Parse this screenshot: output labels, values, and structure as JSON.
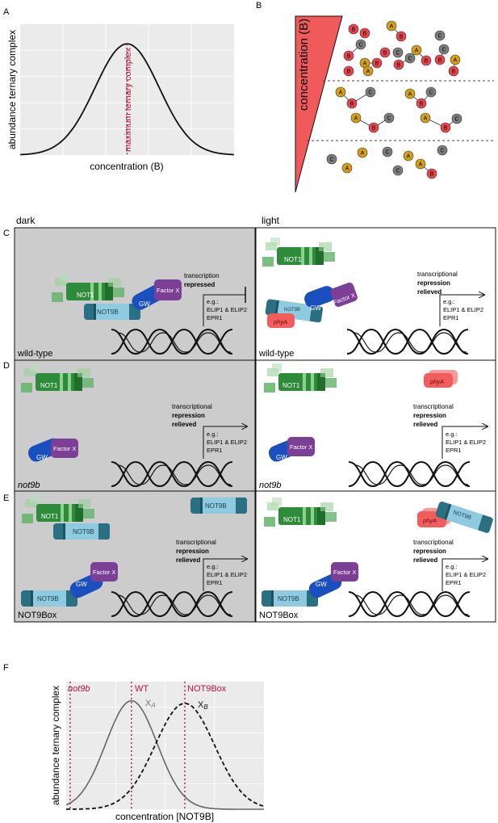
{
  "colors": {
    "accent_red": "#b5173a",
    "wedge_red": "#f05a5a",
    "ball_a": "#d4a017",
    "ball_b": "#e8454e",
    "ball_c": "#7d7d7d",
    "dark_panel": "#cccccc",
    "not1_green": "#2e8b3a",
    "not9b_teal": "#2a6f82",
    "gw_blue": "#1a4fc0",
    "factorx_purple": "#7b3f96",
    "phya_red": "#f25c5c"
  },
  "panelA": {
    "letter": "A",
    "ylabel": "abundance ternary complex",
    "xlabel": "concentration (B)",
    "annotation": "maximum ternary complex"
  },
  "panelB": {
    "letter": "B",
    "wedge_label": "concentration (B)",
    "ball_labels": {
      "a": "A",
      "b": "B",
      "c": "C"
    }
  },
  "headers": {
    "dark": "dark",
    "light": "light"
  },
  "rows": {
    "C": {
      "letter": "C",
      "dark_label": "wild-type",
      "light_label": "wild-type"
    },
    "D": {
      "letter": "D",
      "dark_label": "not9b",
      "light_label": "not9b"
    },
    "E": {
      "letter": "E",
      "dark_label": "NOT9Box",
      "light_label": "NOT9Box"
    }
  },
  "proteins": {
    "not1": "NOT1",
    "not9b": "NOT9B",
    "gw": "GW",
    "factorx": "Factor X",
    "phya": "phyA"
  },
  "transcription": {
    "repressed_line1": "transcription",
    "repressed_line2": "repressed",
    "relieved_line1": "transcriptional",
    "relieved_line2a": "repression",
    "relieved_line2b": "relieved",
    "genes_eg": "e.g.:",
    "genes_1": "ELIP1 & ELIP2",
    "genes_2": "EPR1"
  },
  "panelF": {
    "letter": "F",
    "ylabel": "abundance ternary complex",
    "xlabel": "concentration [NOT9B]",
    "vline_labels": {
      "not9b": "not9b",
      "wt": "WT",
      "not9box": "NOT9Box"
    },
    "curve_labels": {
      "xa": "X",
      "xa_sub": "A",
      "xb": "X",
      "xb_sub": "B"
    }
  },
  "chart_data": [
    {
      "type": "line",
      "title": "",
      "xlabel": "concentration (B)",
      "ylabel": "abundance ternary complex",
      "series": [
        {
          "name": "",
          "shape": "gaussian",
          "mean": 0.5,
          "sd": 0.15,
          "peak": 0.85
        }
      ],
      "xlim": [
        0,
        1
      ],
      "ylim": [
        0,
        1
      ],
      "grid": true,
      "annotations": [
        "maximum ternary complex"
      ]
    },
    {
      "type": "line",
      "title": "",
      "xlabel": "concentration [NOT9B]",
      "ylabel": "abundance ternary complex",
      "series": [
        {
          "name": "XA",
          "shape": "gaussian",
          "mean": 0.33,
          "sd": 0.13,
          "peak": 0.85,
          "style": "solid"
        },
        {
          "name": "XB",
          "shape": "gaussian",
          "mean": 0.6,
          "sd": 0.15,
          "peak": 0.83,
          "style": "dashed"
        }
      ],
      "vlines": [
        {
          "label": "not9b",
          "x": 0.02
        },
        {
          "label": "WT",
          "x": 0.33
        },
        {
          "label": "NOT9Box",
          "x": 0.6
        }
      ],
      "xlim": [
        0,
        1
      ],
      "ylim": [
        0,
        1
      ],
      "grid": true
    }
  ]
}
